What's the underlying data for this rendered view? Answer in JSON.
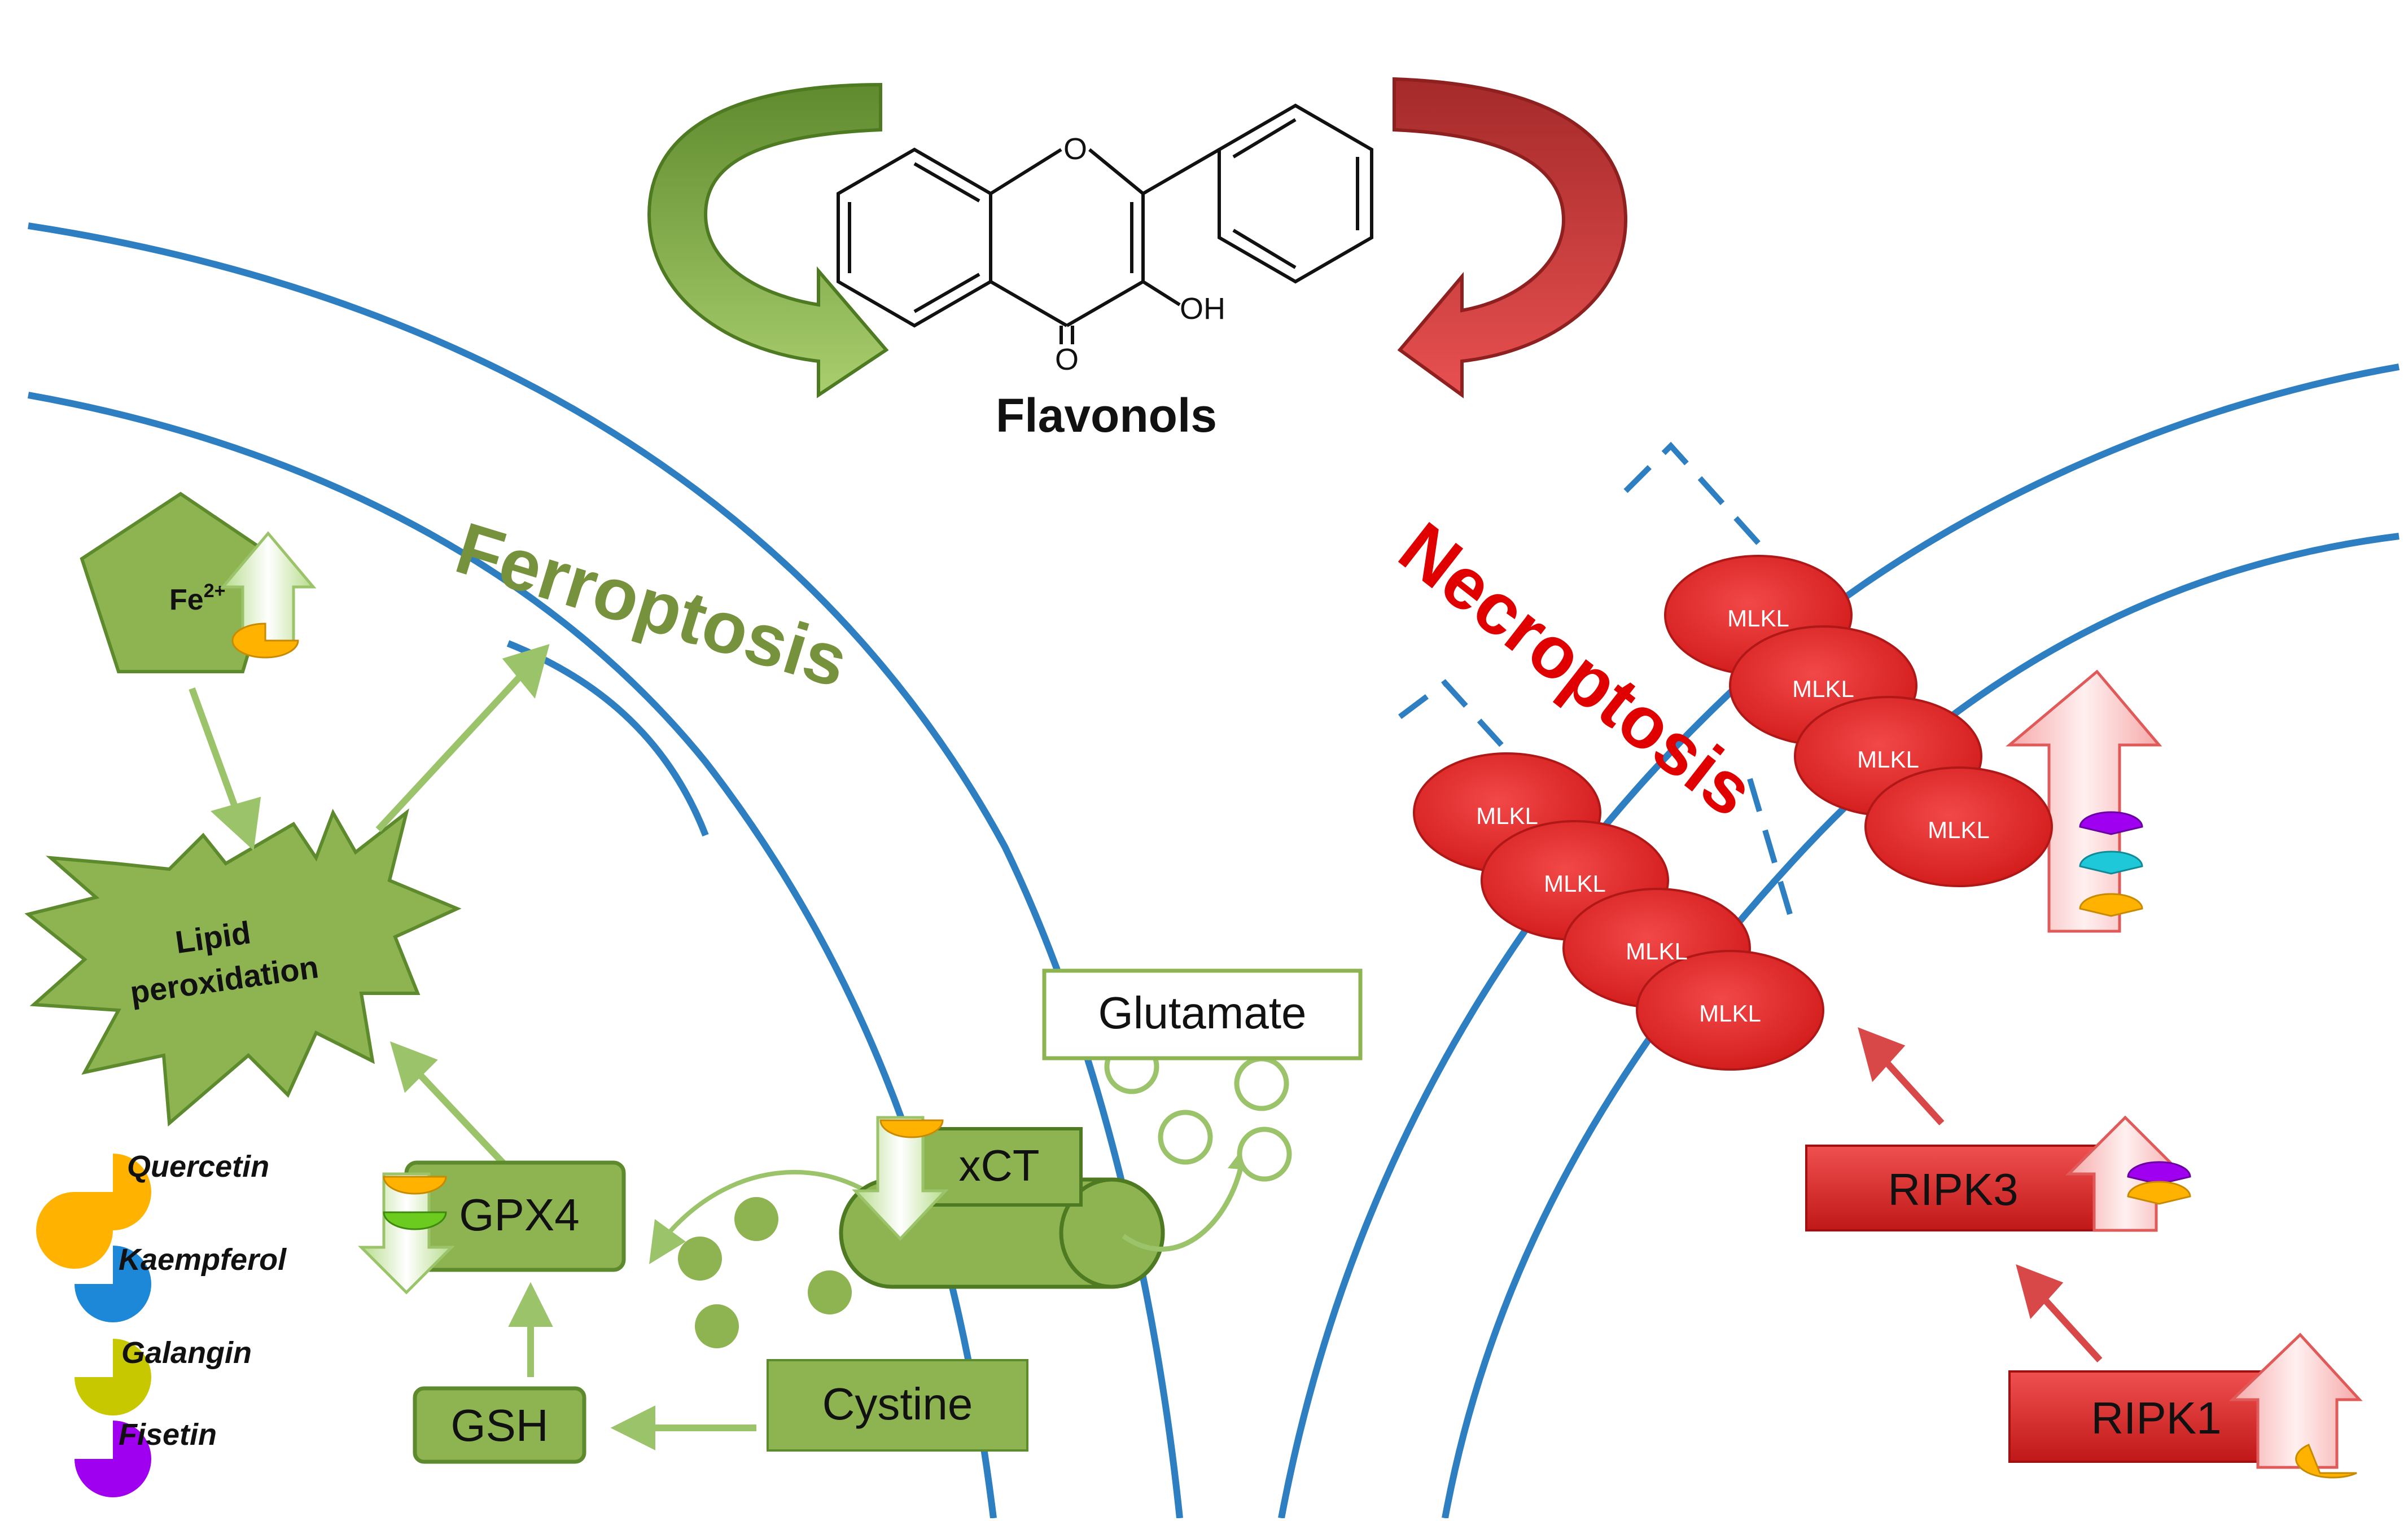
{
  "title": "Flavonols",
  "molecule": {
    "ring_o": "O",
    "carbonyl_o": "O",
    "hydroxyl": "OH"
  },
  "pathways": {
    "ferroptosis": "Ferroptosis",
    "necroptosis": "Necroptosis"
  },
  "ferroptosis_nodes": {
    "iron_base": "Fe",
    "iron_charge": "2+",
    "lipid_line1": "Lipid",
    "lipid_line2": "peroxidation",
    "gpx4": "GPX4",
    "gsh": "GSH",
    "cystine": "Cystine",
    "xct": "xCT",
    "glutamate": "Glutamate"
  },
  "necroptosis_nodes": {
    "mlkl": [
      "MLKL",
      "MLKL",
      "MLKL",
      "MLKL",
      "MLKL",
      "MLKL",
      "MLKL",
      "MLKL"
    ],
    "ripk3": "RIPK3",
    "ripk1": "RIPK1"
  },
  "legend": [
    {
      "name": "Quercetin",
      "color": "#FFB300"
    },
    {
      "name": "Kaempferol",
      "color": "#1E88D8"
    },
    {
      "name": "Galangin",
      "color": "#C8C800"
    },
    {
      "name": "Fisetin",
      "color": "#A000F0"
    }
  ],
  "colors": {
    "membrane": "#2E7FC2",
    "ferroptosis": "#76923C",
    "ferro_fill": "#8DB450",
    "necroptosis": "#E00000",
    "mlkl_fill": "#E53030",
    "up_arrow": "#F7B8B8",
    "green_arrow": "#9BC36A"
  }
}
